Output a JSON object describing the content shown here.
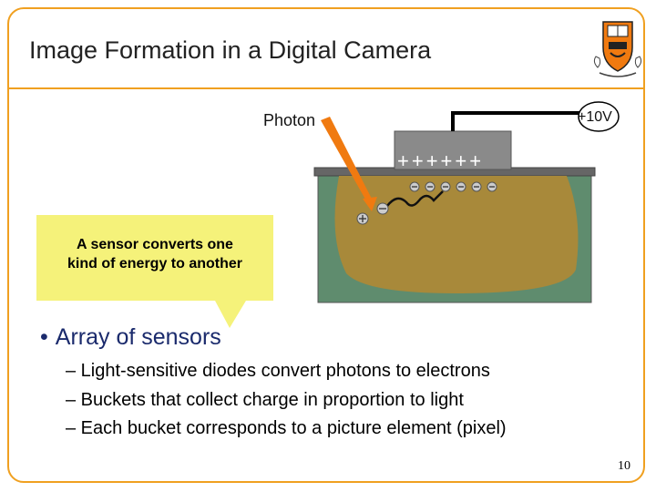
{
  "slide": {
    "title": "Image Formation in a Digital Camera",
    "page_number": "10"
  },
  "diagram": {
    "photon_label": "Photon",
    "voltage_label": "+10V",
    "gate_charges": "++++++",
    "electron_symbol": "−",
    "hole_symbol": "+"
  },
  "callout": {
    "line1": "A sensor converts one",
    "line2": "kind of energy to another"
  },
  "bullets": {
    "main": "Array of sensors",
    "sub1": "– Light-sensitive diodes convert photons to electrons",
    "sub2": "– Buckets that collect charge in proportion to light",
    "sub3": "– Each bucket corresponds to a picture element (pixel)"
  },
  "colors": {
    "frame": "#f0a020",
    "substrate": "#5f8c6e",
    "well": "#a8893a",
    "gate": "#8a8a8a",
    "photon": "#f07a10",
    "callout": "#f5f27a",
    "bullet_text": "#1a2a6c"
  },
  "icons": {
    "logo": "princeton-shield-icon"
  }
}
